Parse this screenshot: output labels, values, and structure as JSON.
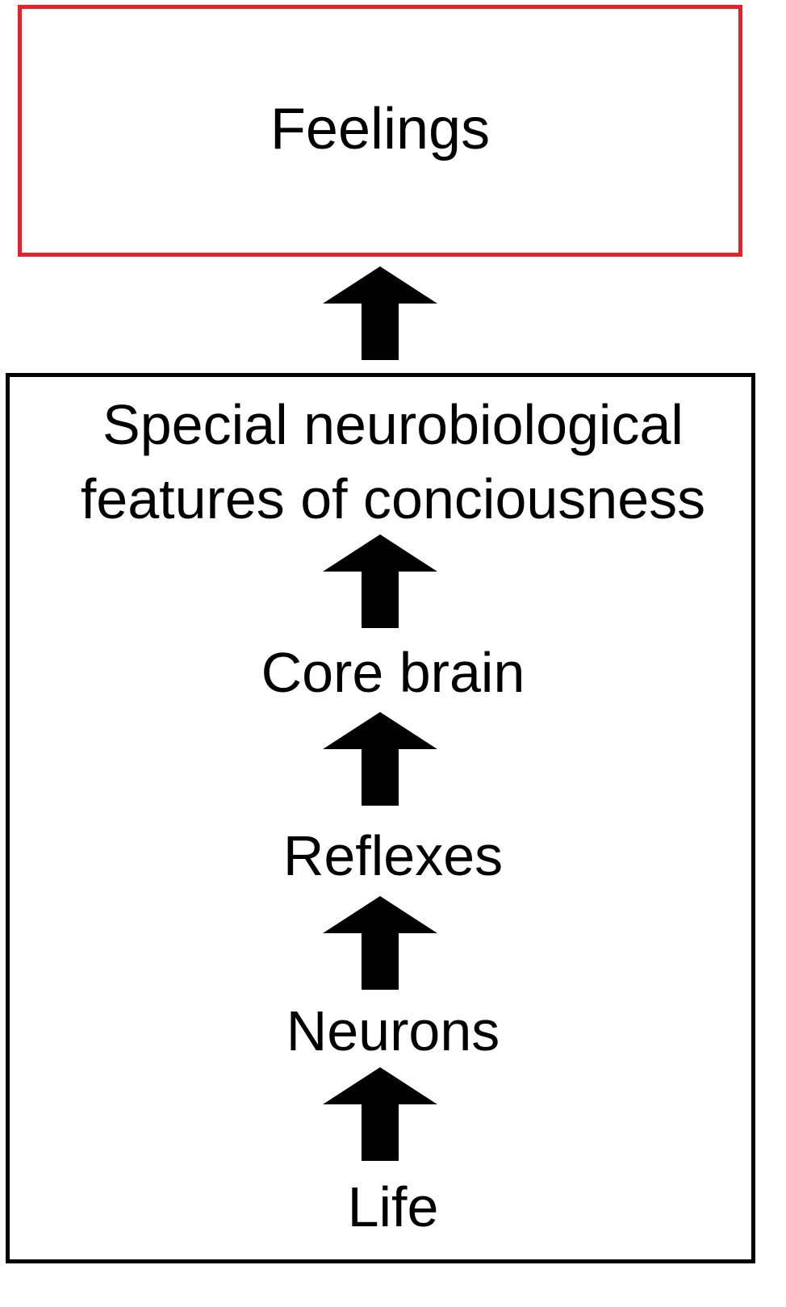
{
  "top": {
    "label": "Feelings",
    "border_color": "#e8202a"
  },
  "stack": {
    "border_color": "#000000",
    "stages": [
      "Special neurobiological",
      "features of conciousness",
      "Core brain",
      "Reflexes",
      "Neurons",
      "Life"
    ]
  },
  "arrows": {
    "icon": "up-arrow-icon",
    "color": "#000000"
  }
}
